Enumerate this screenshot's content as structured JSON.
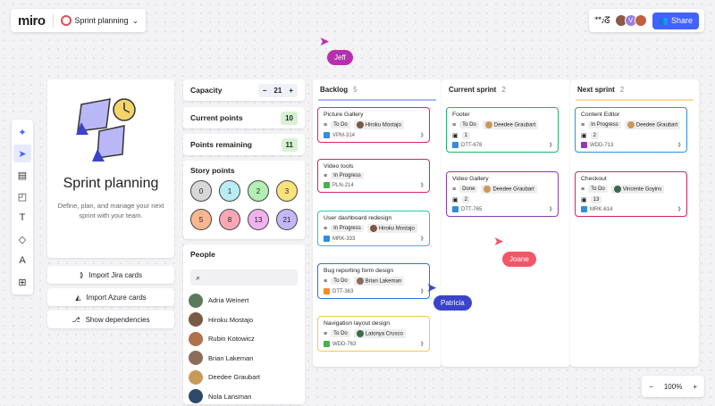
{
  "app": {
    "logo": "miro",
    "board_name": "Sprint planning"
  },
  "topbar": {
    "reactions": "ᕯ♪ᘔ",
    "share_label": "Share",
    "avatar_letter": "V"
  },
  "intro": {
    "title": "Sprint planning",
    "description": "Define, plan, and manage your next sprint with your team."
  },
  "actions": {
    "jira": "Import Jira cards",
    "azure": "Import Azure cards",
    "deps": "Show dependencies"
  },
  "capacity": {
    "label": "Capacity",
    "value": "21",
    "minus": "−",
    "plus": "+"
  },
  "current_points": {
    "label": "Current points",
    "value": "10"
  },
  "points_remaining": {
    "label": "Points remaining",
    "value": "11"
  },
  "story_points": {
    "label": "Story points",
    "values": [
      "0",
      "1",
      "2",
      "3",
      "5",
      "8",
      "13",
      "21"
    ],
    "colors": [
      "#d7d7d7",
      "#b9ecf6",
      "#b3eeb3",
      "#fbe27a",
      "#f9b68f",
      "#f9a7b4",
      "#f1b3f0",
      "#c5b7f7"
    ]
  },
  "people": {
    "label": "People",
    "names": [
      "Adria Weinert",
      "Hiroku Mostajo",
      "Rubin Kotowicz",
      "Brian Lakeman",
      "Deedee Graubart",
      "Nola Lansman"
    ]
  },
  "columns": [
    {
      "title": "Backlog",
      "count": "5",
      "color": "#a7b3ff"
    },
    {
      "title": "Current sprint",
      "count": "2",
      "color": "#ffffff"
    },
    {
      "title": "Next sprint",
      "count": "2",
      "color": "#ffd9a0"
    }
  ],
  "backlog_cards": [
    {
      "title": "Picture Gallery",
      "status": "To Do",
      "assignee": "Hiroku Mostajo",
      "key": "VPM-314"
    },
    {
      "title": "Video tools",
      "status": "In Progress",
      "key": "PLN-214"
    },
    {
      "title": "User dashboard redesign",
      "status": "In Progress",
      "assignee": "Hiroku Mostajo",
      "key": "MRK-333"
    },
    {
      "title": "Bug reporting form design",
      "status": "To Do",
      "assignee": "Brian Lakeman",
      "key": "DTT-363"
    },
    {
      "title": "Navigation layout design",
      "status": "To Do",
      "assignee": "Latonya Crusco",
      "key": "WDD-763"
    }
  ],
  "current_cards": [
    {
      "title": "Footer",
      "status": "To Do",
      "assignee": "Deedee Graubart",
      "points": "1",
      "key": "DTT-678"
    },
    {
      "title": "Video Gallery",
      "status": "Done",
      "assignee": "Deedee Graubart",
      "points": "2",
      "key": "DTT-765"
    }
  ],
  "next_cards": [
    {
      "title": "Content Editor",
      "status": "In Progress",
      "assignee": "Deedee Graubart",
      "points": "2",
      "key": "WDD-713"
    },
    {
      "title": "Checkout",
      "status": "To Do",
      "assignee": "Vincente Goyins",
      "points": "13",
      "key": "MRK-614"
    }
  ],
  "cursors": {
    "jeff": "Jeff",
    "joane": "Joane",
    "patricia": "Patricia"
  },
  "zoom": {
    "level": "100%",
    "minus": "−",
    "plus": "+"
  }
}
